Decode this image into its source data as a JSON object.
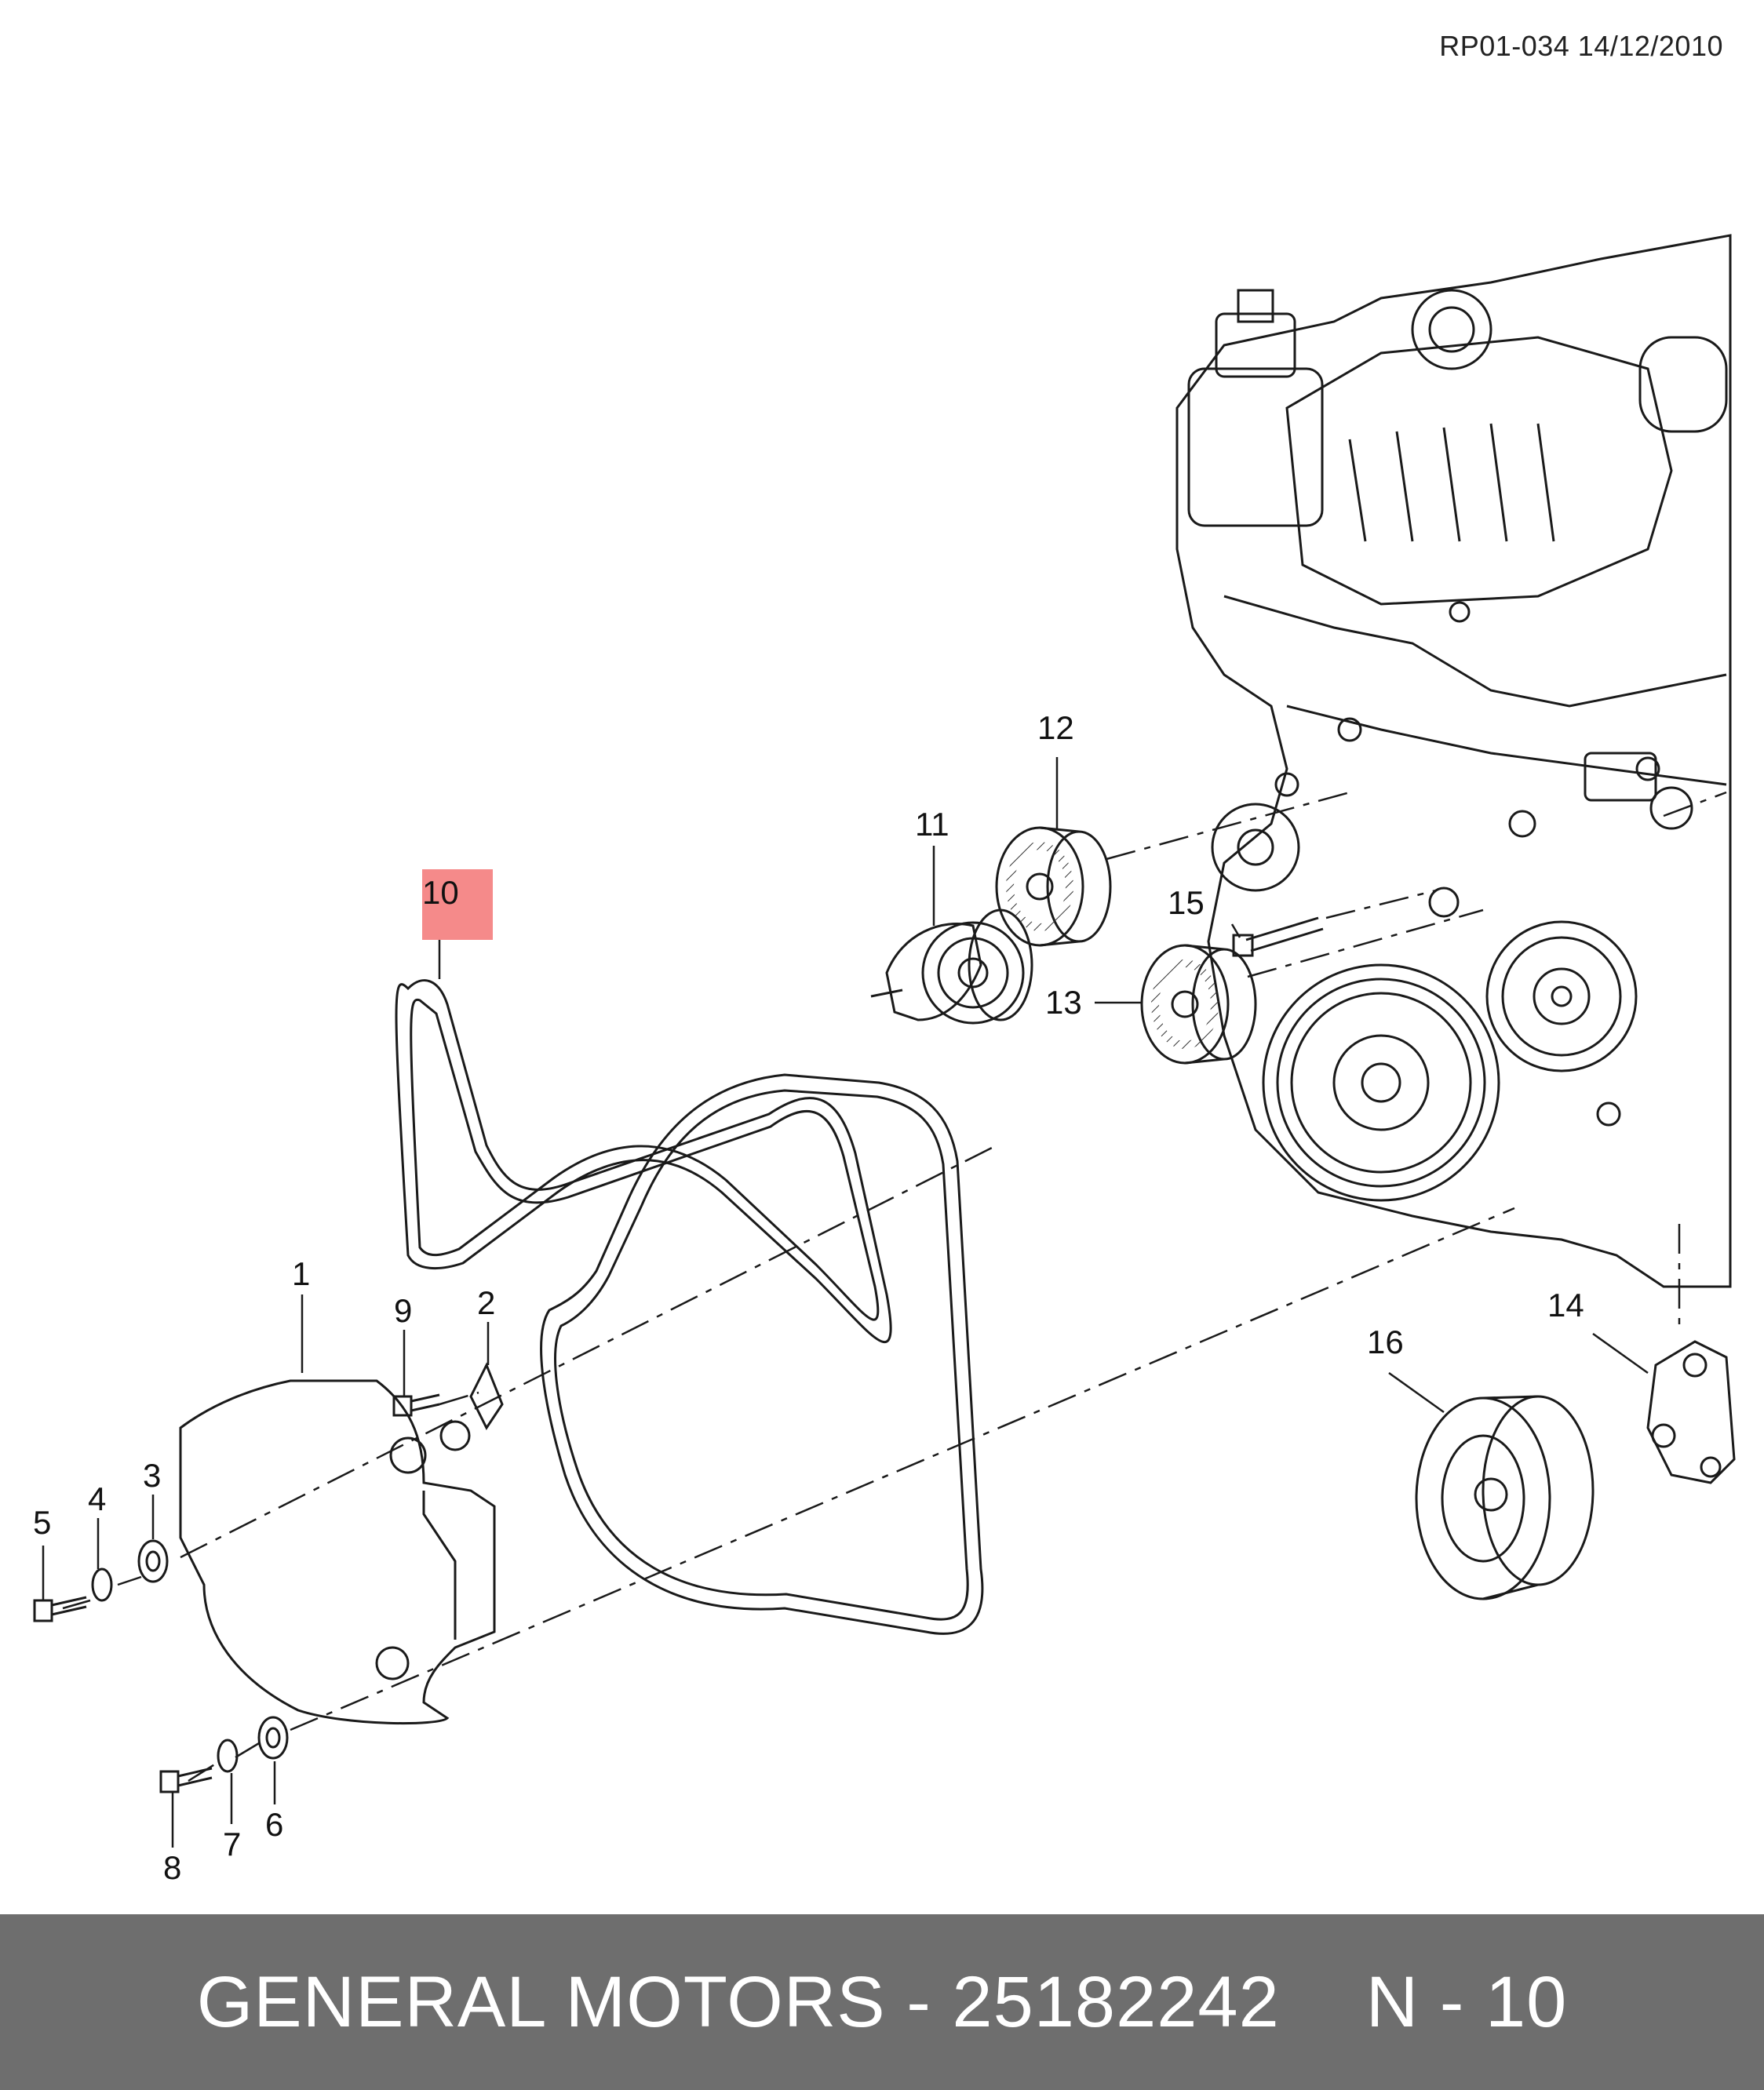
{
  "header": {
    "reference": "RP01-034 14/12/2010"
  },
  "callouts": [
    {
      "id": "1",
      "label": "1"
    },
    {
      "id": "2",
      "label": "2"
    },
    {
      "id": "3",
      "label": "3"
    },
    {
      "id": "4",
      "label": "4"
    },
    {
      "id": "5",
      "label": "5"
    },
    {
      "id": "6",
      "label": "6"
    },
    {
      "id": "7",
      "label": "7"
    },
    {
      "id": "8",
      "label": "8"
    },
    {
      "id": "9",
      "label": "9"
    },
    {
      "id": "10",
      "label": "10",
      "highlighted": true
    },
    {
      "id": "11",
      "label": "11"
    },
    {
      "id": "12",
      "label": "12"
    },
    {
      "id": "13",
      "label": "13"
    },
    {
      "id": "14",
      "label": "14"
    },
    {
      "id": "15",
      "label": "15"
    },
    {
      "id": "16",
      "label": "16"
    }
  ],
  "footer": {
    "brand_part": "GENERAL MOTORS - 25182242",
    "ref_code": "N - 10"
  },
  "colors": {
    "highlight": "#f58a8a",
    "footer_bg": "#6e6e6e",
    "line": "#1a1a1a"
  }
}
